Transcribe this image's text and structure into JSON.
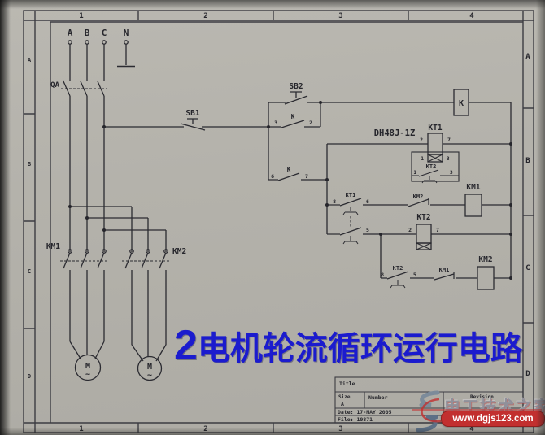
{
  "colors": {
    "ink": "#2b2b31",
    "paper": "#b5b3ac",
    "caption_blue": "#1b1bce",
    "watermark_red": "#c22f2f",
    "watermark_gray": "#90909a"
  },
  "zones": {
    "top": [
      "1",
      "2",
      "3",
      "4"
    ],
    "bottom": [
      "1",
      "2",
      "3",
      "4"
    ],
    "left": [
      "A",
      "B",
      "C",
      "D"
    ],
    "right": [
      "A",
      "B",
      "C",
      "D"
    ]
  },
  "power": {
    "phase_a": "A",
    "phase_b": "B",
    "phase_c": "C",
    "neutral": "N",
    "breaker": "QA"
  },
  "control": {
    "stop_button": "SB1",
    "start_button": "SB2",
    "relay": "K",
    "k_hold_label": "K",
    "k_hold_pin_left": "3",
    "k_hold_pin_right": "2",
    "k_run_label": "K",
    "k_run_pin_left": "6",
    "k_run_pin_right": "7",
    "timer_model": "DH48J-1Z",
    "kt1": "KT1",
    "kt1_coil_pin_left": "2",
    "kt1_coil_pin_right": "7",
    "socket_pin_left": "1",
    "socket_pin_right": "3",
    "socket_contact": "KT2",
    "socket_contact_pin_left": "1",
    "socket_contact_pin_right": "3",
    "kt1_no_label": "KT1",
    "kt1_no_pin_left": "8",
    "kt1_no_pin_right": "6",
    "kt1_nc_pin_right": "5",
    "km2_interlock": "KM2",
    "km1_coil": "KM1",
    "kt2": "KT2",
    "kt2_coil_pin_left": "2",
    "kt2_coil_pin_right": "7",
    "kt2_no_label": "KT2",
    "kt2_no_pin_left": "8",
    "kt2_no_pin_right": "5",
    "km1_interlock": "KM1",
    "km2_coil": "KM2"
  },
  "motors": {
    "km1_bank": "KM1",
    "km2_bank": "KM2",
    "motor1_letter": "M",
    "motor1_wave": "~",
    "motor2_letter": "M",
    "motor2_wave": "~"
  },
  "caption": {
    "text": "2电机轮流循环运行电路"
  },
  "title_block": {
    "title_label": "Title",
    "size_label": "Size",
    "size_value": "A",
    "number_label": "Number",
    "revision_label": "Revision",
    "date_line": "Date: 17-MAY 2005",
    "file_line": "File: 10871"
  },
  "watermark": {
    "brand": "电工技术之家",
    "url": "www.dgjs123.com"
  }
}
